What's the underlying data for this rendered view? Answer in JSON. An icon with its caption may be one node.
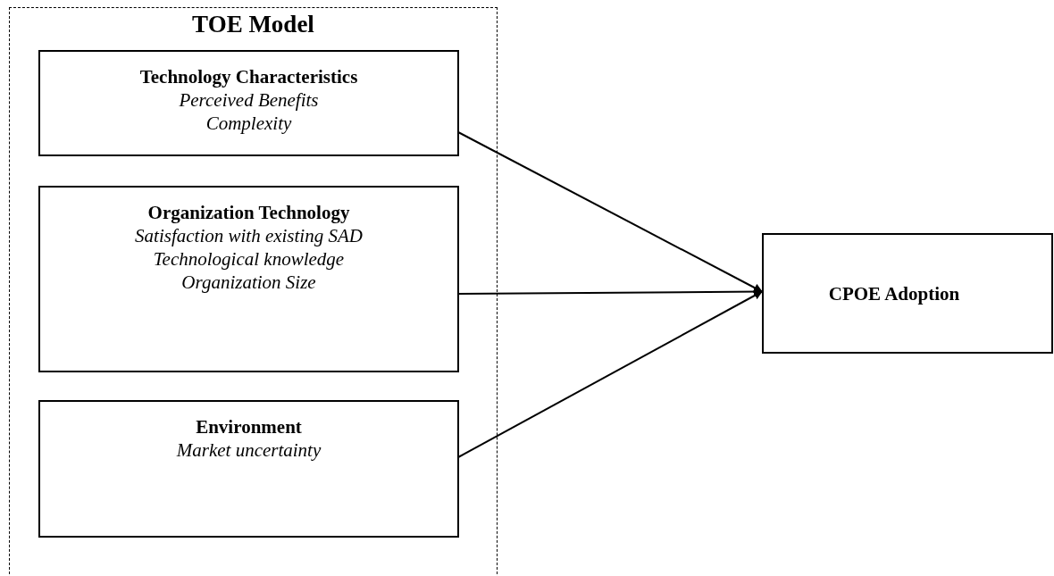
{
  "diagram": {
    "nodes": [
      {
        "text": [
          "TOE Model"
        ]
      },
      {
        "text": [
          "Technology Characteristics",
          "Perceived Benefits",
          "Complexity"
        ],
        "in": 0
      },
      {
        "text": [
          "Organization Technology",
          "Satisfaction with existing SAD",
          "Technological knowledge",
          "Organization Size"
        ],
        "in": 0
      },
      {
        "text": [
          "Environment",
          "Market uncertainty"
        ],
        "in": 0
      },
      {
        "text": [
          "CPOE Adoption"
        ]
      }
    ],
    "edges": [
      {
        "from": 1,
        "to": 4,
        "arrow": "to"
      },
      {
        "from": 2,
        "to": 4,
        "arrow": "to"
      },
      {
        "from": 3,
        "to": 4,
        "arrow": "to"
      }
    ]
  }
}
